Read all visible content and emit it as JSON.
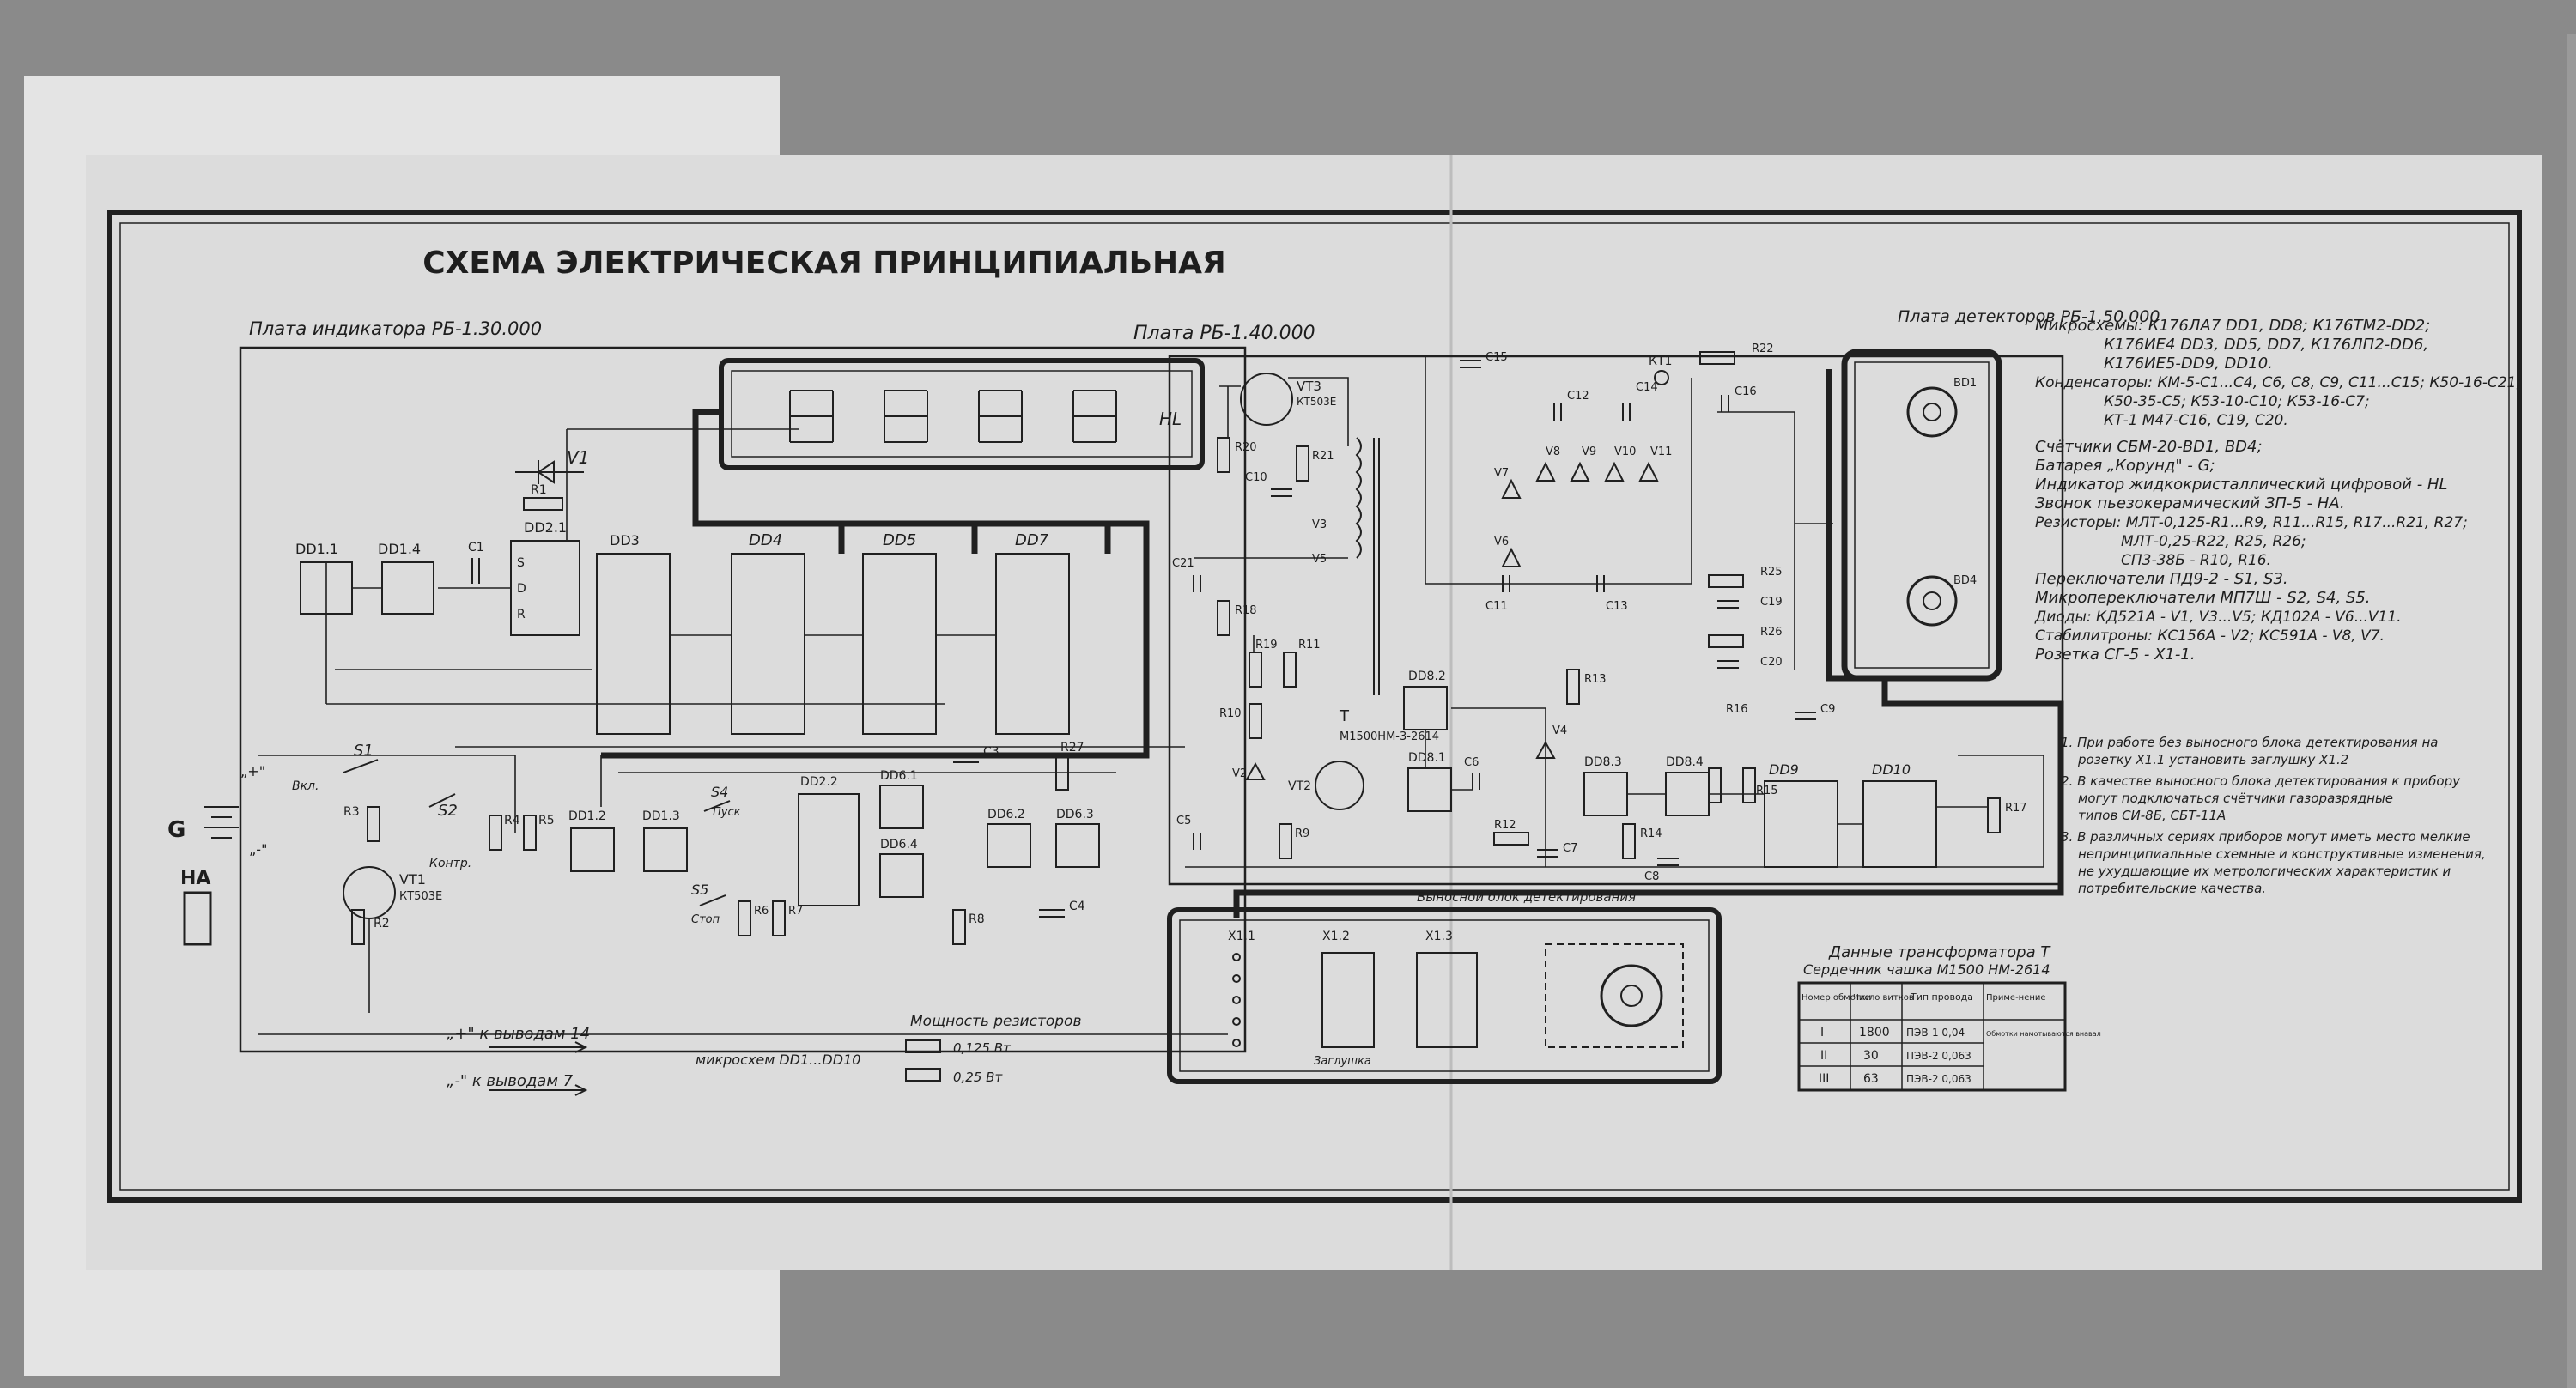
{
  "title": "СХЕМА ЭЛЕКТРИЧЕСКАЯ ПРИНЦИПИАЛЬНАЯ",
  "boards": {
    "indicator": "Плата индикатора РБ-1.30.000",
    "main": "Плата РБ-1.40.000",
    "detectors": "Плата детекторов РБ-1.50.000"
  },
  "components": {
    "dd11": "DD1.1",
    "dd14": "DD1.4",
    "dd12": "DD1.2",
    "dd13": "DD1.3",
    "dd21": "DD2.1",
    "dd22": "DD2.2",
    "dd3": "DD3",
    "dd4": "DD4",
    "dd5": "DD5",
    "dd7": "DD7",
    "dd61": "DD6.1",
    "dd62": "DD6.2",
    "dd63": "DD6.3",
    "dd64": "DD6.4",
    "dd81": "DD8.1",
    "dd82": "DD8.2",
    "dd83": "DD8.3",
    "dd84": "DD8.4",
    "dd9": "DD9",
    "dd10": "DD10",
    "v1": "V1",
    "r1": "R1",
    "c1": "C1",
    "s1": "S1",
    "s2": "S2",
    "s4": "S4",
    "s5": "S5",
    "s1_label": "Вкл.",
    "s2_label": "Контр.",
    "s4_label": "Пуск",
    "s5_label": "Стоп",
    "r3": "R3",
    "r2": "R2",
    "r4": "R4",
    "r5": "R5",
    "r6": "R6",
    "r7": "R7",
    "r8": "R8",
    "r9": "R9",
    "r10": "R10",
    "r11": "R11",
    "r12": "R12",
    "r13": "R13",
    "r14": "R14",
    "r15": "R15",
    "r16": "R16",
    "r17": "R17",
    "r18": "R18",
    "r19": "R19",
    "r20": "R20",
    "r21": "R21",
    "r22": "R22",
    "r25": "R25",
    "r26": "R26",
    "r27": "R27",
    "c3": "C3",
    "c4": "C4",
    "c5": "C5",
    "c6": "C6",
    "c7": "C7",
    "c8": "C8",
    "c9": "C9",
    "c10": "C10",
    "c11": "C11",
    "c12": "C12",
    "c13": "C13",
    "c14": "C14",
    "c15": "C15",
    "c16": "C16",
    "c19": "C19",
    "c20": "C20",
    "c21": "C21",
    "vt1": "VT1",
    "vt1_type": "КТ503Е",
    "vt2": "VT2",
    "vt3": "VT3",
    "vt3_type": "КТ503Е",
    "v2": "V2",
    "v3": "V3",
    "v4": "V4",
    "v5": "V5",
    "v6": "V6",
    "v7": "V7",
    "v8": "V8",
    "v9": "V9",
    "v10": "V10",
    "v11": "V11",
    "transformer": "T",
    "transformer_core": "М1500НМ-3-2614",
    "g": "G",
    "ha": "HA",
    "hl": "HL",
    "bd1": "BD1",
    "bd4": "BD4",
    "kt1": "КТ1",
    "x11": "X1.1",
    "x12": "X1.2",
    "x13": "X1.3",
    "plug": "Заглушка",
    "remote_unit": "Выносной блок детектирования",
    "plus": "„+\"",
    "minus": "„-\""
  },
  "legend": {
    "plus_note": "„+\" к выводам 14",
    "minus_note": "„-\" к выводам 7",
    "ic_label": "микросхем DD1...DD10",
    "power_title": "Мощность резисторов",
    "power_1": "0,125 Вт.",
    "power_2": "0,25 Вт"
  },
  "parts_list": [
    "Микросхемы: К176ЛА7 DD1, DD8; К176ТМ2-DD2;",
    "К176ИЕ4 DD3, DD5, DD7, К176ЛП2-DD6,",
    "К176ИЕ5-DD9, DD10.",
    "Конденсаторы: КМ-5-С1...С4, С6, С8, С9, С11...С15; К50-16-С21;",
    "К50-35-С5; К53-10-С10; К53-16-С7;",
    "КТ-1 М47-С16, С19, С20.",
    "Счётчики СБМ-20-BD1, BD4;",
    "Батарея „Корунд\" - G;",
    "Индикатор жидкокристаллический цифровой - HL",
    "Звонок пьезокерамический ЗП-5 - HA.",
    "Резисторы: МЛТ-0,125-R1...R9, R11...R15, R17...R21, R27;",
    "МЛТ-0,25-R22, R25, R26;",
    "СП3-38Б - R10, R16.",
    "Переключатели ПД9-2 - S1, S3.",
    "Микропереключатели МП7Ш - S2, S4, S5.",
    "Диоды: КД521А - V1, V3...V5; КД102А - V6...V11.",
    "Стабилитроны: КС156А - V2; КС591А - V8, V7.",
    "Розетка СГ-5 - Х1-1."
  ],
  "notes": [
    "1. При работе без выносного блока детектирования на",
    "розетку Х1.1 установить заглушку Х1.2",
    "2. В качестве выносного блока детектирования к прибору",
    "могут подключаться счётчики газоразрядные",
    "типов СИ-8Б, СБТ-11А",
    "3. В различных сериях приборов могут иметь место мелкие",
    "непринципиальные схемные и конструктивные изменения,",
    "не ухудшающие их метрологических характеристик и",
    "потребительские качества."
  ],
  "transformer_table": {
    "title": "Данные трансформатора Т",
    "subtitle": "Сердечник чашка М1500 НМ-2614",
    "headers": [
      "Номер обмотки",
      "Число витков",
      "Тип провода",
      "Приме-нение"
    ],
    "rows": [
      [
        "I",
        "1800",
        "ПЭВ-1 0,04",
        "Обмотки намотываются внавал"
      ],
      [
        "II",
        "30",
        "ПЭВ-2 0,063",
        ""
      ],
      [
        "III",
        "63",
        "ПЭВ-2 0,063",
        ""
      ]
    ]
  }
}
